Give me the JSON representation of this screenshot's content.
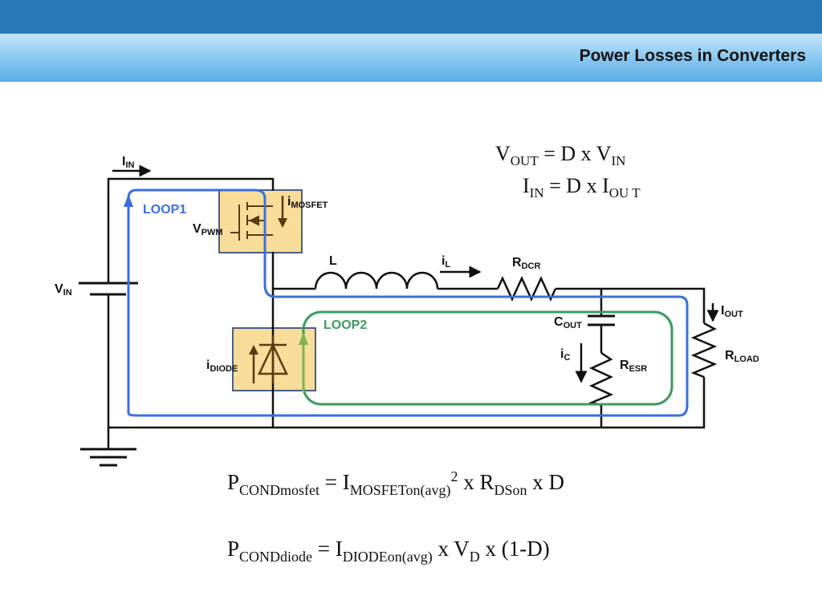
{
  "header": {
    "title": "Power Losses in Converters"
  },
  "equations": {
    "vout": {
      "lhs_main": "V",
      "lhs_sub": "OUT",
      "mid": " = D x V",
      "rhs_sub": "IN"
    },
    "iin": {
      "lhs_main": "I",
      "lhs_sub": "IN",
      "mid": " = D x I",
      "rhs_sub": "OU T"
    },
    "pcond_mosfet": {
      "p": "P",
      "p_sub": "CONDmosfet",
      "eq": " = I",
      "i_sub": "MOSFETon(avg)",
      "sup": "2",
      "mid": " x R",
      "r_sub": "DSon",
      "end": " x D"
    },
    "pcond_diode": {
      "p": "P",
      "p_sub": "CONDdiode",
      "eq": " = I",
      "i_sub": "DIODEon(avg)",
      "mid": " x V",
      "v_sub": "D",
      "end": " x (1-D)"
    }
  },
  "labels": {
    "iin": {
      "main": "I",
      "sub": "IN"
    },
    "vin": {
      "main": "V",
      "sub": "IN"
    },
    "loop1": "LOOP1",
    "loop2": "LOOP2",
    "imosfet": {
      "main": "i",
      "sub": "MOSFET"
    },
    "vpwm": {
      "main": "V",
      "sub": "PWM"
    },
    "inductor": "L",
    "il": {
      "main": "i",
      "sub": "L"
    },
    "rdcr": {
      "main": "R",
      "sub": "DCR"
    },
    "cout": {
      "main": "C",
      "sub": "OUT"
    },
    "ic": {
      "main": "i",
      "sub": "C"
    },
    "resr": {
      "main": "R",
      "sub": "ESR"
    },
    "iout": {
      "main": "I",
      "sub": "OUT"
    },
    "rload": {
      "main": "R",
      "sub": "LOAD"
    },
    "idiode": {
      "main": "i",
      "sub": "DIODE"
    }
  },
  "colors": {
    "wire": "#111111",
    "loop1": "#3a6ee0",
    "loop2": "#3c9a5e",
    "component_box": "#f8dc9a",
    "component_border": "#4a5f86",
    "diode_arrow": "#7db54a"
  }
}
